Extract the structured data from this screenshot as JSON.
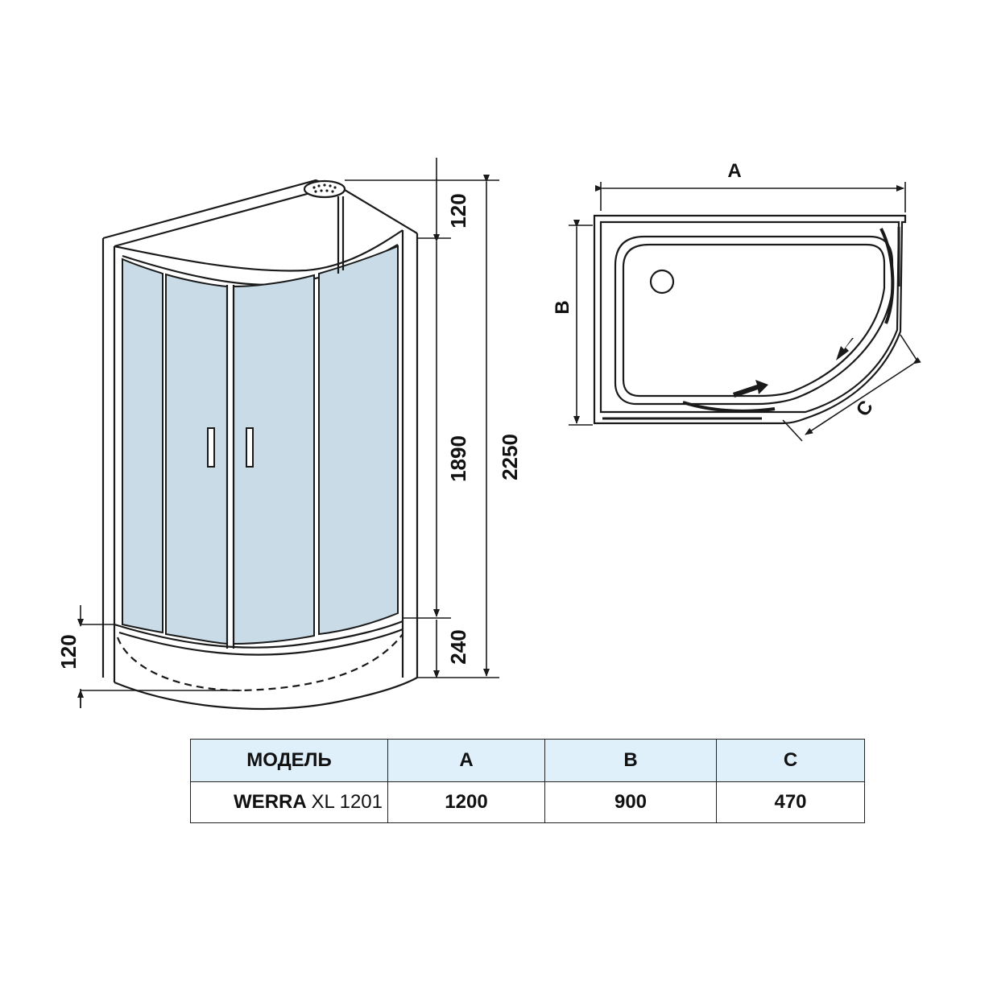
{
  "side_view": {
    "dimensions": {
      "top_gap": "120",
      "door_height": "1890",
      "tray_height": "240",
      "total_height": "2250",
      "tray_step": "120"
    }
  },
  "top_view": {
    "labels": {
      "a": "A",
      "b": "B",
      "c": "C"
    }
  },
  "spec_table": {
    "headers": [
      "МОДЕЛЬ",
      "A",
      "B",
      "C"
    ],
    "rows": [
      {
        "model_bold": "WERRA",
        "model_rest": "XL 1201",
        "a": "1200",
        "b": "900",
        "c": "470"
      }
    ]
  },
  "colors": {
    "glass": "#c9dbe7",
    "header_fill": "#dff0fb",
    "line": "#1a1a1a"
  }
}
